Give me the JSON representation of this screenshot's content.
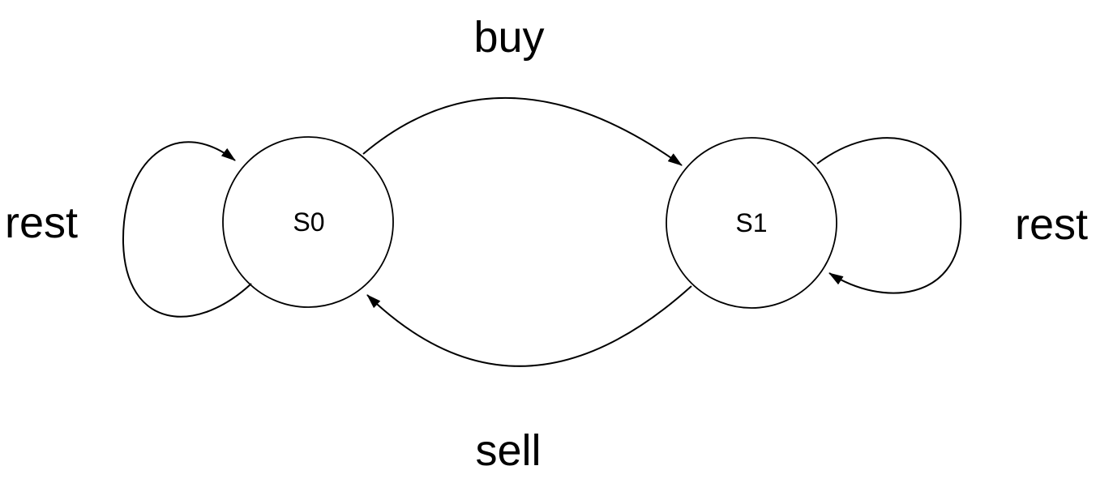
{
  "diagram": {
    "type": "state-machine",
    "colors": {
      "ink": "#000000",
      "background": "#ffffff"
    },
    "states": [
      {
        "id": "S0",
        "label": "S0"
      },
      {
        "id": "S1",
        "label": "S1"
      }
    ],
    "transitions": [
      {
        "from": "S0",
        "to": "S1",
        "label": "buy"
      },
      {
        "from": "S1",
        "to": "S0",
        "label": "sell"
      },
      {
        "from": "S0",
        "to": "S0",
        "label": "rest"
      },
      {
        "from": "S1",
        "to": "S1",
        "label": "rest"
      }
    ]
  }
}
